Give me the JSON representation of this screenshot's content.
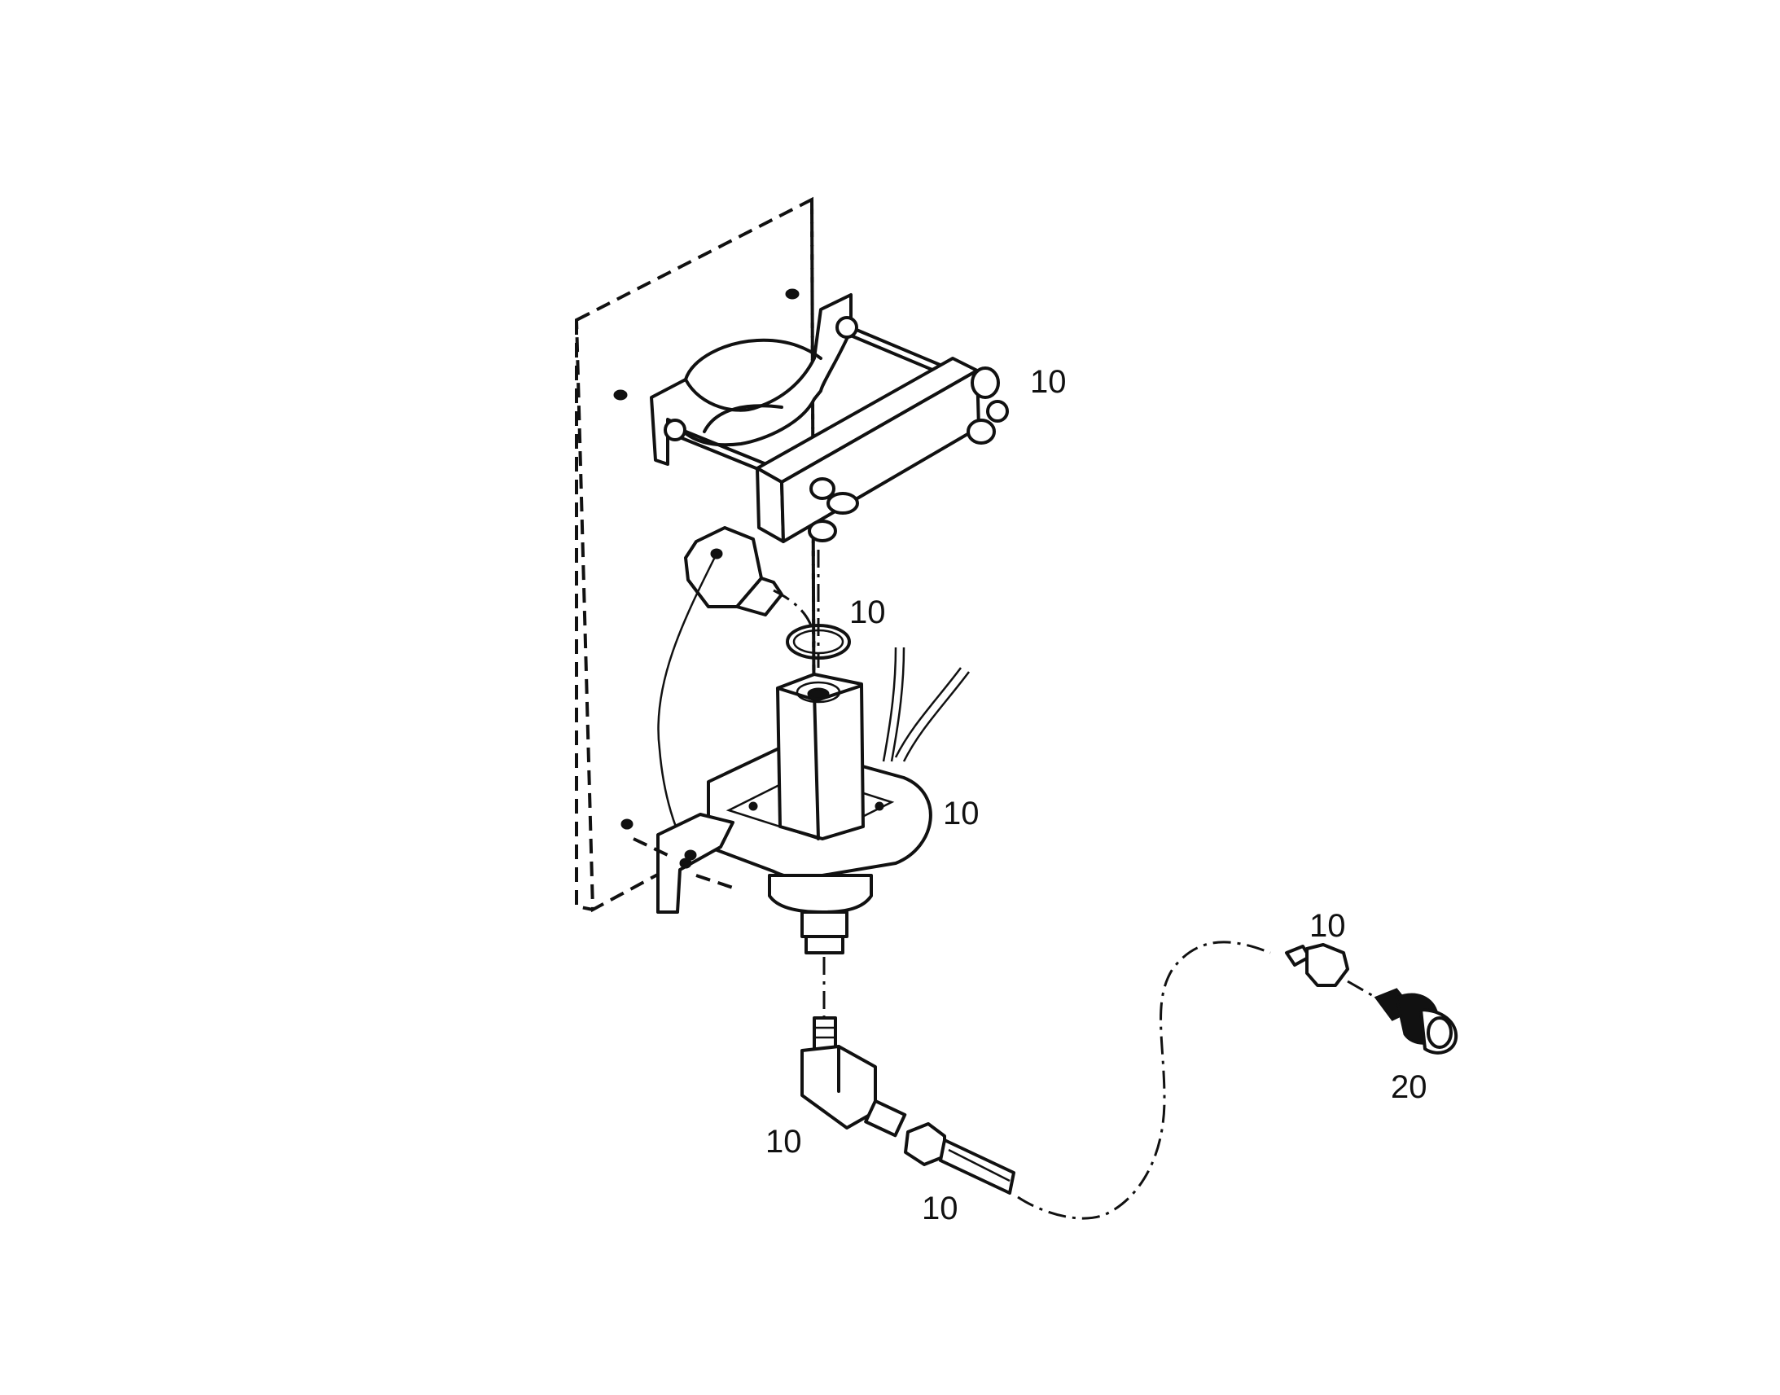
{
  "callouts": {
    "upper_clamp": "10",
    "o_ring": "10",
    "sensor_body": "10",
    "elbow_fitting": "10",
    "tube_fitting": "10",
    "remote_nut": "10",
    "plug_connector": "20"
  }
}
